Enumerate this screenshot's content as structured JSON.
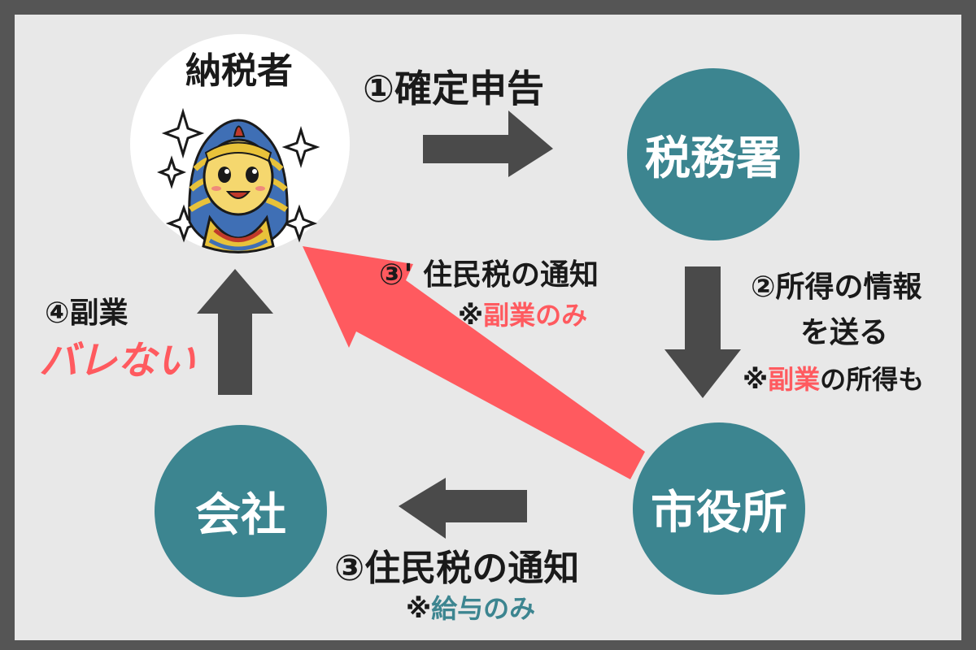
{
  "colors": {
    "frame": "#555555",
    "background": "#e8e8e8",
    "node_fill": "#3c8590",
    "arrow_gray": "#4a4a4a",
    "arrow_red": "#ff5a5f",
    "text_dark": "#1a1a1a",
    "highlight_red": "#ff5a5f",
    "highlight_teal": "#3c8590"
  },
  "nodes": {
    "taxpayer": {
      "label": "納税者",
      "icon": "pharaoh-character-icon"
    },
    "tax_office": {
      "label": "税務署"
    },
    "city_hall": {
      "label": "市役所"
    },
    "company": {
      "label": "会社"
    }
  },
  "edges": {
    "e1": {
      "label": "①確定申告"
    },
    "e2": {
      "line1": "②所得の情報",
      "line2": "を送る",
      "note_prefix": "※",
      "note_highlight": "副業",
      "note_suffix": "の所得も"
    },
    "e3": {
      "label": "③住民税の通知",
      "note_prefix": "※",
      "note_highlight": "給与のみ"
    },
    "e3p": {
      "label": "③' 住民税の通知",
      "note_prefix": "※",
      "note_highlight": "副業のみ"
    },
    "e4": {
      "label": "④副業",
      "highlight": "バレない"
    }
  }
}
